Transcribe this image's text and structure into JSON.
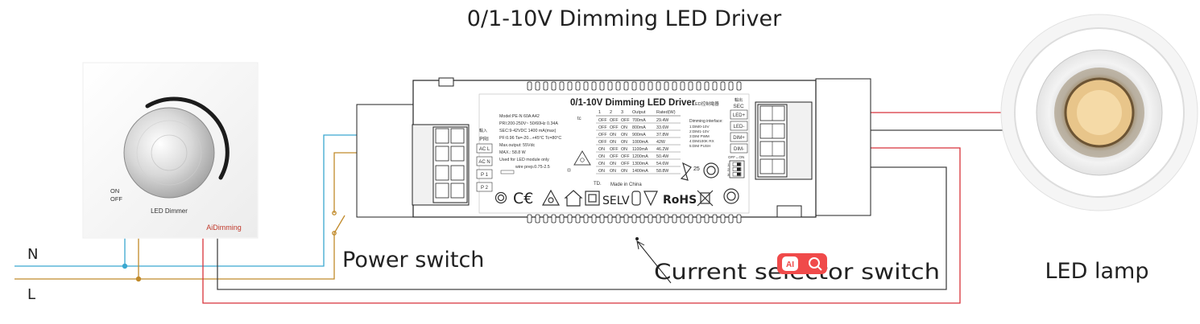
{
  "diagram": {
    "title": "0/1-10V Dimming LED Driver",
    "line_labels": {
      "neutral": "N",
      "live": "L"
    },
    "labels": {
      "power_switch": "Power switch",
      "current_selector_switch": "Current selector switch",
      "led_lamp": "LED lamp"
    },
    "dimmer": {
      "on_label": "ON",
      "off_label": "OFF",
      "name": "LED Dimmer",
      "brand": "AiDimming"
    },
    "driver": {
      "header": "0/1-10V Dimming LED Driver",
      "header_suffix": "LED控制電器",
      "pri_cn": "輸入",
      "pri_label": "PRI",
      "pri_terminals": [
        "AC L",
        "AC N",
        "P 1",
        "P 2"
      ],
      "sec_cn": "輸出",
      "sec_label": "SEC",
      "sec_terminals": [
        "LED+",
        "LED-",
        "DIM+",
        "DIM-"
      ],
      "spec_lines": [
        "Model:PE-N  60A A42",
        "PRI:200-250V~  50/60Hz 0.34A",
        "SEC:9-42VDC   1400 mA(max)",
        "PF:0.96  Ta=-20...+45°C  Tc=80°C",
        "Max.output: 55Vdc",
        "MAX.: 58.8 W",
        "Used for LED module only",
        "wire prep.0.75-2.5"
      ],
      "table_headers": [
        "1",
        "2",
        "3",
        "Output",
        "Rated(W)"
      ],
      "table_rows": [
        [
          "OFF",
          "OFF",
          "OFF",
          "700mA",
          "29.4W"
        ],
        [
          "OFF",
          "OFF",
          "ON",
          "800mA",
          "33.6W"
        ],
        [
          "OFF",
          "ON",
          "ON",
          "900mA",
          "37.8W"
        ],
        [
          "OFF",
          "ON",
          "ON",
          "1000mA",
          "42W"
        ],
        [
          "ON",
          "OFF",
          "ON",
          "1100mA",
          "46.2W"
        ],
        [
          "ON",
          "OFF",
          "OFF",
          "1200mA",
          "50.4W"
        ],
        [
          "ON",
          "ON",
          "OFF",
          "1300mA",
          "54.6W"
        ],
        [
          "ON",
          "ON",
          "ON",
          "1400mA",
          "58.8W"
        ]
      ],
      "dimming_interface_title": "Dimming interface:",
      "dimming_interface_lines": [
        "1:DIM0-10V",
        "2:DIM1-10V",
        "3:DIM PWM",
        "4:DIM100K RX",
        "5:DIM PUSH"
      ],
      "td_label": "TD.",
      "made_in": "Made in China",
      "cert_text": [
        "SELV",
        "RoHS"
      ],
      "tc_mark": "tc",
      "switch_header": "OFF↔ON",
      "switch_numbers": [
        "1",
        "2",
        "3"
      ],
      "rating_mark": "25"
    },
    "overlay_icons": [
      "ai-icon",
      "search-icon"
    ],
    "colors": {
      "neutral": "#3aa8d0",
      "live": "#c18a2a",
      "red": "#d8323a",
      "dark": "#444444",
      "overlay": "#f04a4a"
    }
  }
}
